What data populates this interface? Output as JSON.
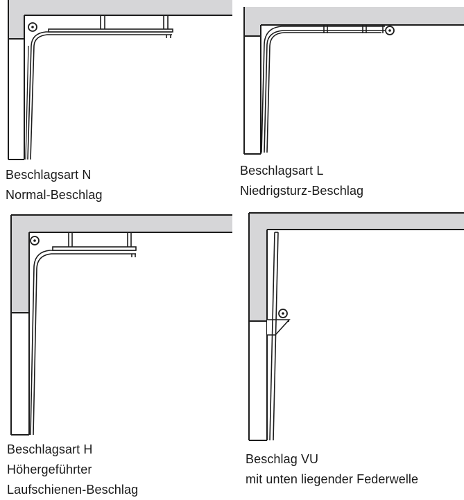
{
  "panels": [
    {
      "caption": [
        "Beschlagsart N",
        "Normal-Beschlag"
      ]
    },
    {
      "caption": [
        "Beschlagsart L",
        "Niedrigsturz-Beschlag"
      ]
    },
    {
      "caption": [
        "Beschlagsart H",
        "Höhergeführter",
        "Laufschienen-Beschlag"
      ]
    },
    {
      "caption": [
        "Beschlag VU",
        "mit unten liegender Federwelle"
      ]
    }
  ],
  "colors": {
    "wall": "#d6d6d8",
    "line": "#1c1c1c",
    "background": "#ffffff"
  }
}
